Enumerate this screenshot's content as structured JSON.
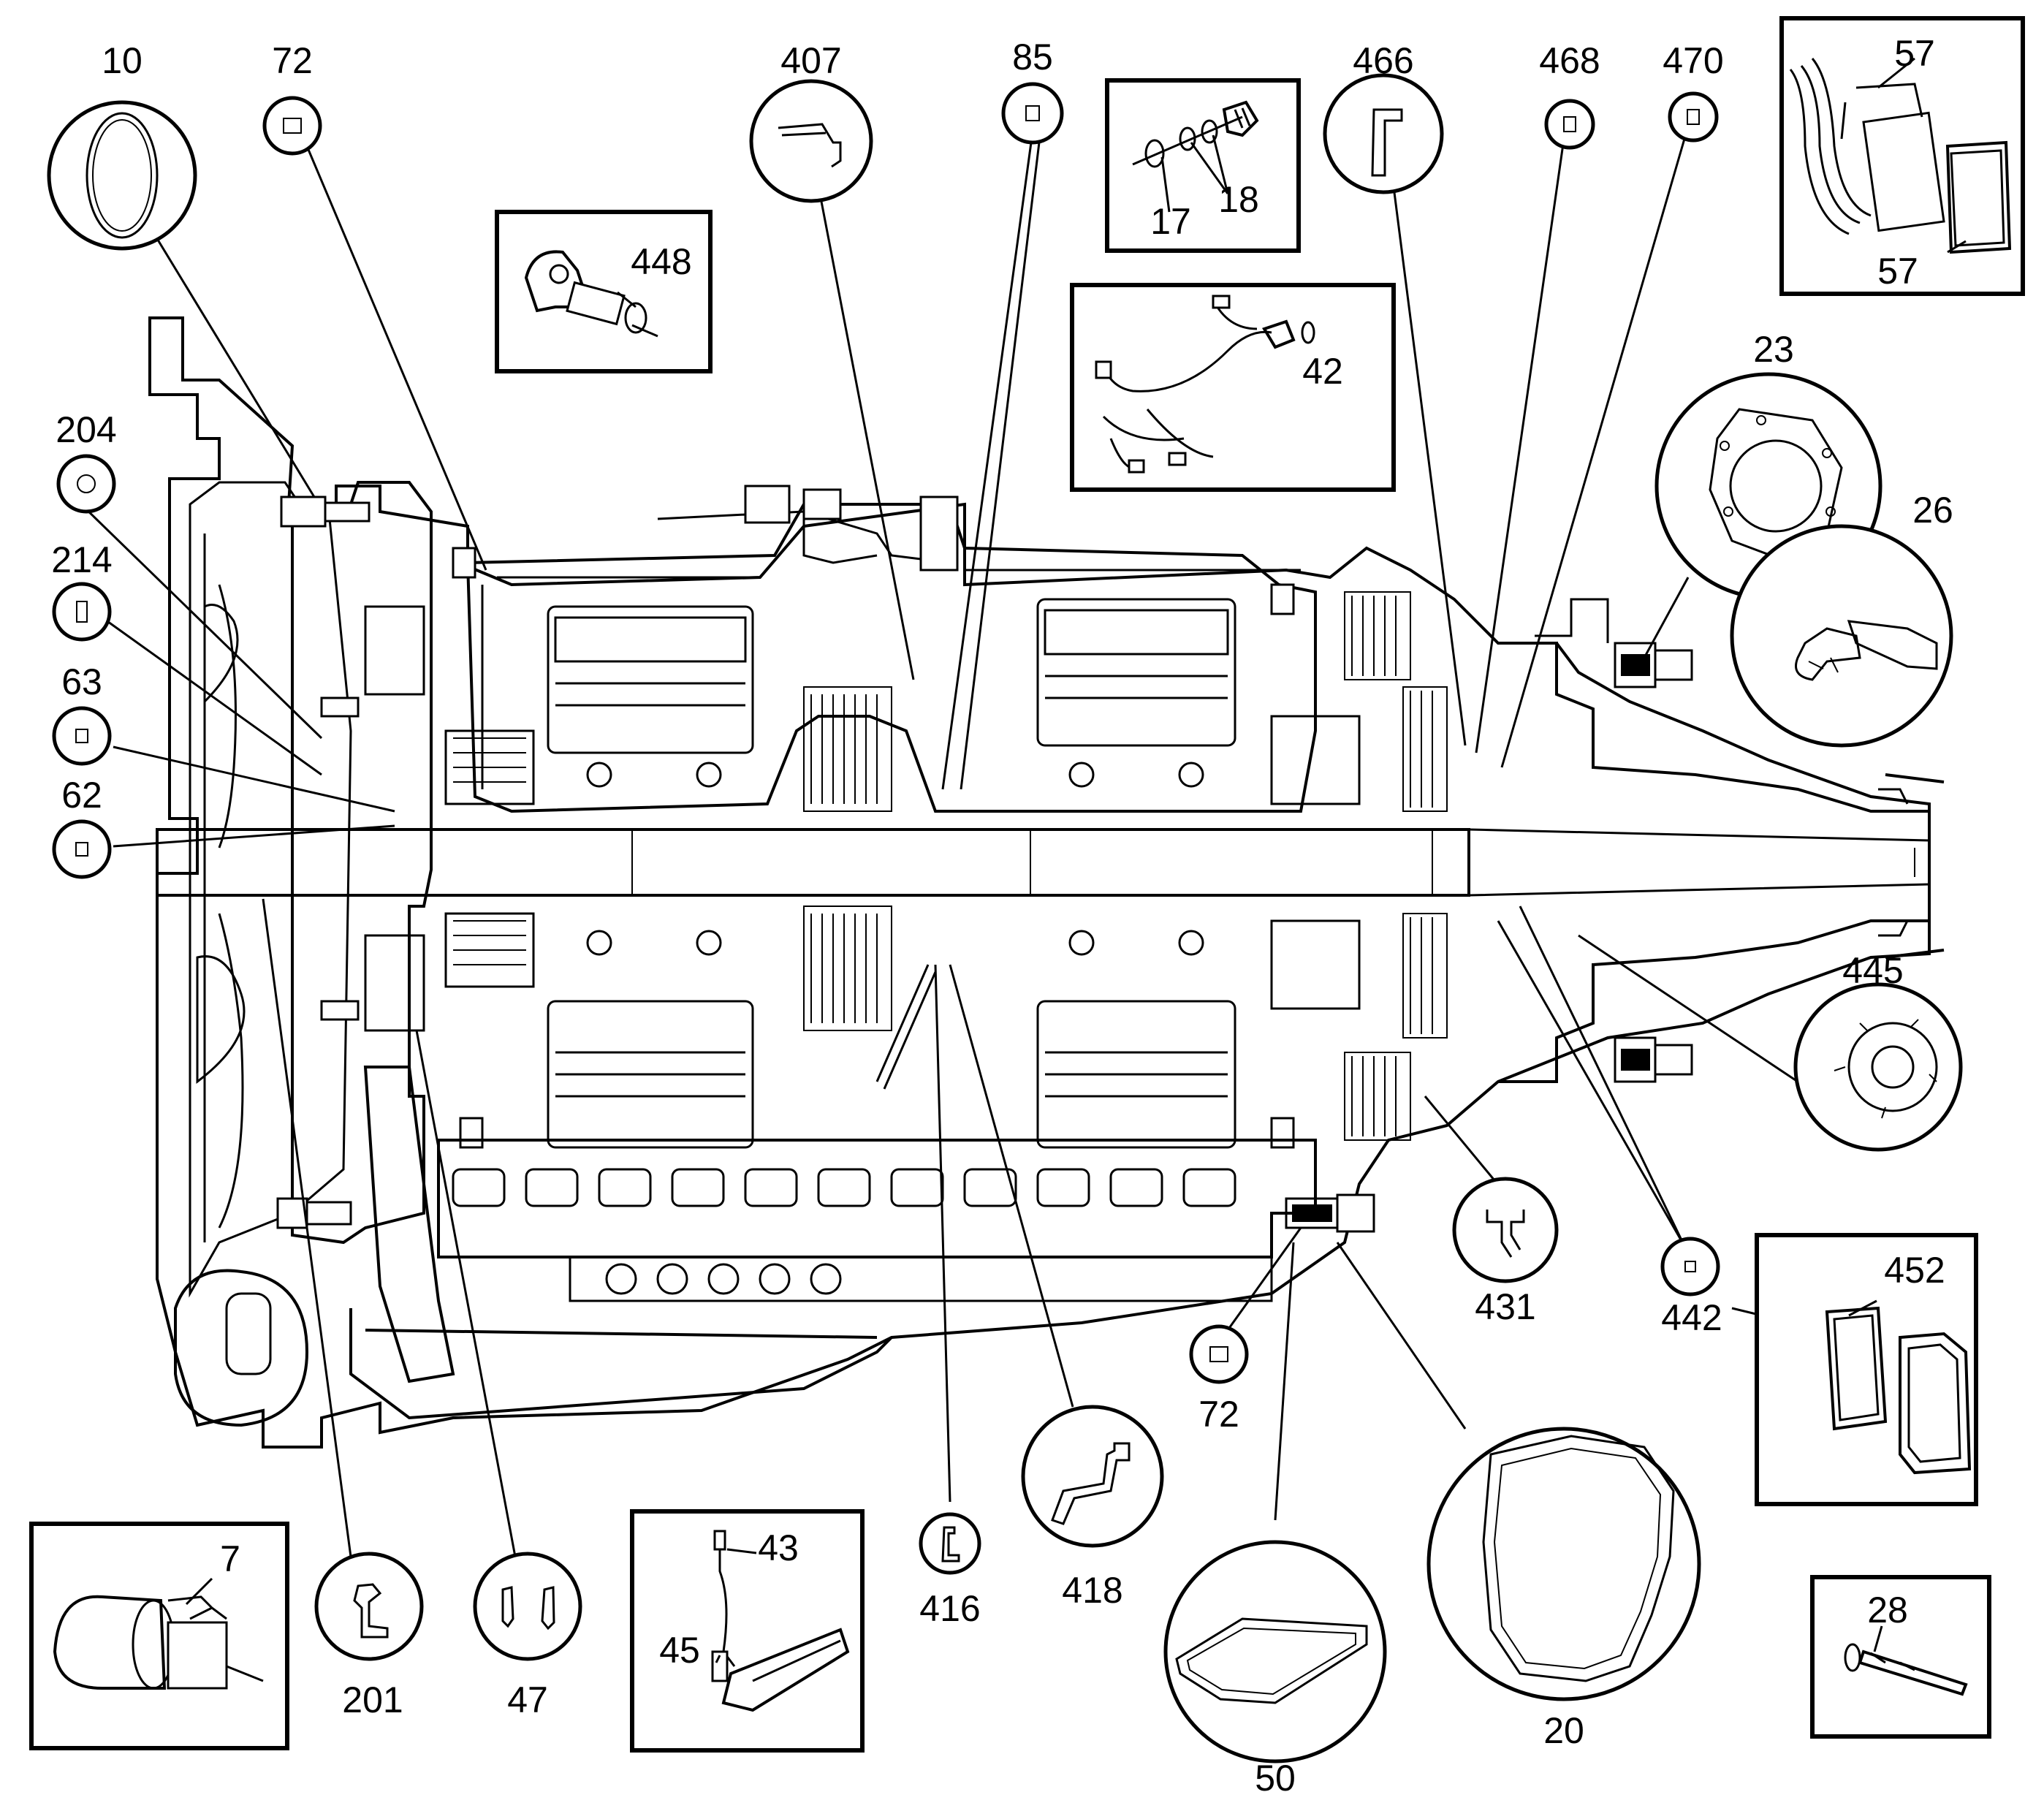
{
  "labels": {
    "l10": "10",
    "l72a": "72",
    "l407": "407",
    "l85": "85",
    "l17": "17",
    "l18": "18",
    "l466": "466",
    "l468": "468",
    "l470": "470",
    "l57a": "57",
    "l57b": "57",
    "l448": "448",
    "l42": "42",
    "l23": "23",
    "l26": "26",
    "l204": "204",
    "l214": "214",
    "l63": "63",
    "l62": "62",
    "l445": "445",
    "l431": "431",
    "l442": "442",
    "l72b": "72",
    "l452": "452",
    "l7": "7",
    "l201": "201",
    "l47": "47",
    "l43": "43",
    "l45": "45",
    "l416": "416",
    "l418": "418",
    "l50": "50",
    "l20": "20",
    "l28": "28"
  }
}
